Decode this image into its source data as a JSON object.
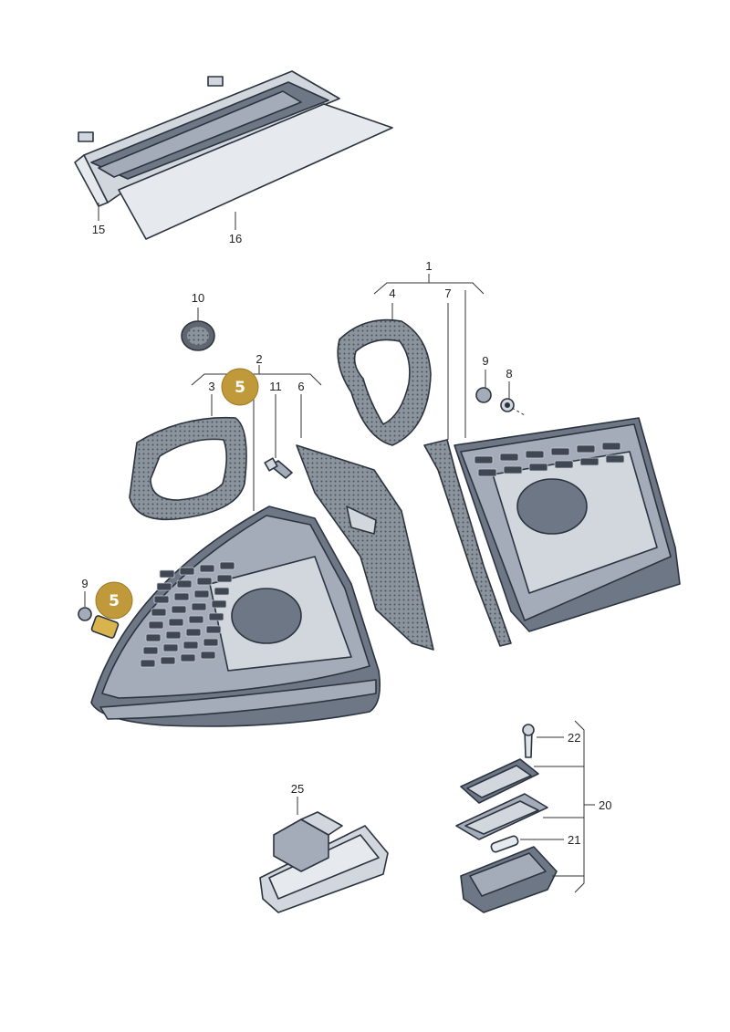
{
  "labels": {
    "l1": "1",
    "l2": "2",
    "l3": "3",
    "l4": "4",
    "l6": "6",
    "l7": "7",
    "l8": "8",
    "l9a": "9",
    "l9b": "9",
    "l10": "10",
    "l11": "11",
    "l15": "15",
    "l16": "16",
    "l20": "20",
    "l21": "21",
    "l22": "22",
    "l25": "25"
  },
  "badges": {
    "b1": "5",
    "b2": "5"
  },
  "colors": {
    "badge": "#c09a3a",
    "outline": "#2c3440"
  }
}
